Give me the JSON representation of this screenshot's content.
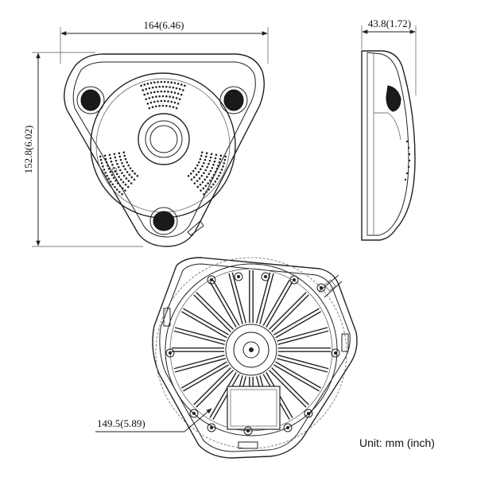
{
  "dimensions": {
    "width": "164(6.46)",
    "height": "152.8(6.02)",
    "depth": "43.8(1.72)",
    "mount_diameter": "149.5(5.89)"
  },
  "unit_note": "Unit: mm (inch)"
}
